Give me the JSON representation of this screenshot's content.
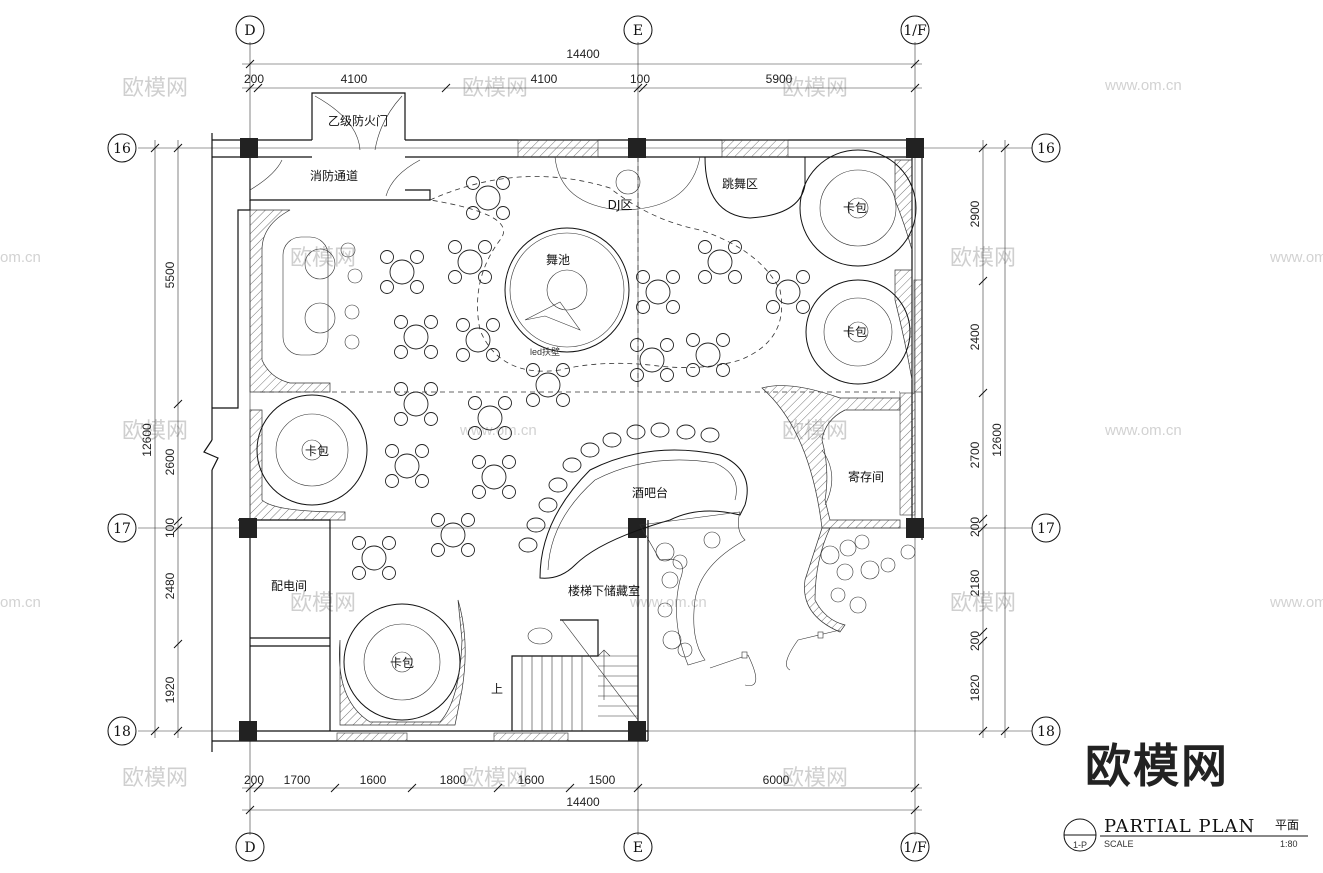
{
  "grid_top": [
    "D",
    "E",
    "1/F"
  ],
  "grid_bottom": [
    "D",
    "E",
    "1/F"
  ],
  "grid_left": [
    "16",
    "17",
    "18"
  ],
  "grid_right": [
    "16",
    "17",
    "18"
  ],
  "dims_top": {
    "total": "14400",
    "parts": [
      "200",
      "4100",
      "4100",
      "100",
      "5900"
    ]
  },
  "dims_bottom": {
    "total": "14400",
    "parts": [
      "200",
      "1700",
      "1600",
      "1800",
      "1600",
      "1500",
      "6000"
    ]
  },
  "dims_left": {
    "total": "12600",
    "outer": [
      "5500",
      "2600",
      "100",
      "2480",
      "1920"
    ]
  },
  "dims_right": {
    "total": "12600",
    "parts": [
      "2900",
      "2400",
      "2700",
      "200",
      "2180",
      "200",
      "1820"
    ]
  },
  "rooms": {
    "fire_door": "乙级防火门",
    "fire_passage": "消防通道",
    "dj": "DJ区",
    "dance_zone": "跳舞区",
    "dance_pool": "舞池",
    "booth": "卡包",
    "bar": "酒吧台",
    "storage": "寄存间",
    "power_room": "配电间",
    "stair_storage": "楼梯下储藏室",
    "up": "上",
    "led": "led扶壁"
  },
  "watermarks": {
    "brand": "欧模网",
    "url": "www.om.cn",
    "url_partial": "om.cn"
  },
  "title_block": {
    "title": "PARTIAL PLAN",
    "subtitle_cn": "平面",
    "scale_label": "SCALE",
    "scale": "1:80",
    "code": "1-P"
  }
}
